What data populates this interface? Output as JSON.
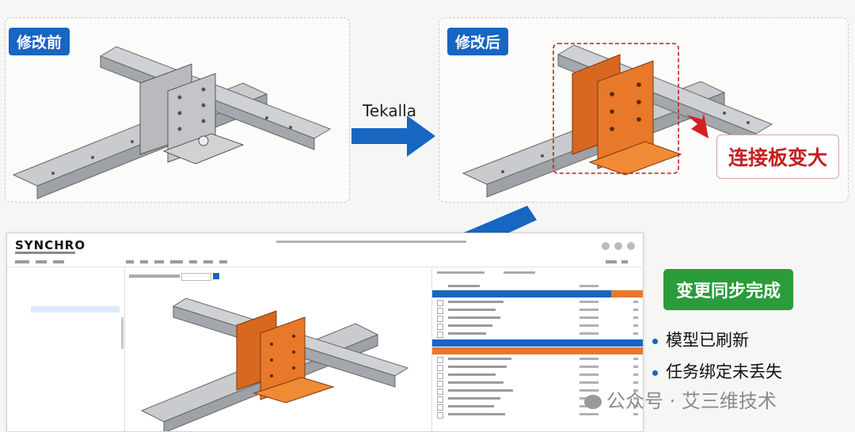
{
  "before": {
    "badge": "修改前"
  },
  "after": {
    "badge": "修改后"
  },
  "arrow_label": "Tekalla",
  "callout": "连接板变大",
  "screen": {
    "logo": "SYNCHRO"
  },
  "status": {
    "badge": "变更同步完成"
  },
  "bullets": [
    "模型已刷新",
    "任务绑定未丢失"
  ],
  "watermark": "公众号 · 艾三维技术",
  "colors": {
    "blue": "#1766c2",
    "orange": "#e8782a",
    "green": "#2a9c3a",
    "red": "#c32020",
    "steel": "#a9acb0"
  }
}
